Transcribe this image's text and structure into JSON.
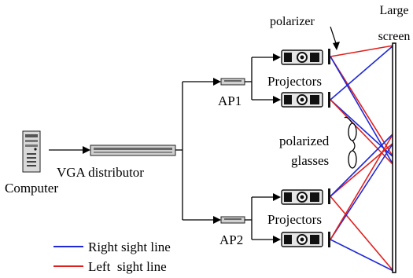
{
  "labels": {
    "polarizer": "polarizer",
    "screen_line1": "Large",
    "screen_line2": "screen",
    "projectors_top": "Projectors",
    "projectors_bottom": "Projectors",
    "ap1": "AP1",
    "ap2": "AP2",
    "vga_distributor": "VGA distributor",
    "computer": "Computer",
    "glasses_line1": "polarized",
    "glasses_line2": "glasses"
  },
  "legend": [
    {
      "label": "Right sight line",
      "color": "#1f2ad6"
    },
    {
      "label": "Left  sight line",
      "color": "#e0201e"
    }
  ],
  "colors": {
    "right_sight": "#1f2ad6",
    "left_sight": "#e0201e",
    "line": "#000000"
  }
}
